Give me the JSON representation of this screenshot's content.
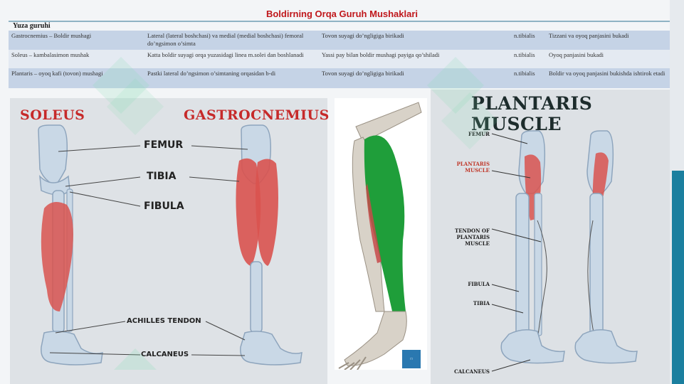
{
  "title": "Boldirning Orqa Guruh Mushaklari",
  "table": {
    "heading": "Yuza guruhi",
    "rows": [
      {
        "muscle": "Gastrocnemius – Boldir mushagi",
        "origin": "Lateral (lateral boshchasi) va medial (medial boshchasi) femoral do’ngsimon o’simta",
        "insertion": "Tovon suyagi do’ngligiga birikadi",
        "nerve": "n.tibialis",
        "function": "Tizzani va oyoq panjasini bukadi"
      },
      {
        "muscle": "Soleus – kambalasimon mushak",
        "origin": "Katta boldir suyagi orqa yuzasidagi linea m.solei dan boshlanadi",
        "insertion": "Yassi pay bilan boldir mushagi payiga qo’shiladi",
        "nerve": "n.tibialis",
        "function": "Oyoq panjasini bukadi"
      },
      {
        "muscle": "Plantaris – oyoq kafi (tovon) mushagi",
        "origin": "Pastki lateral do’ngsimon o’simtaning orqasidan b-di",
        "insertion": "Tovon suyagi do’ngligiga birikadi",
        "nerve": "n.tibialis",
        "function": "Boldir va oyoq panjasini bukishda ishtirok etadi"
      }
    ]
  },
  "left_figure": {
    "soleus": "SOLEUS",
    "gastrocnemius": "GASTROCNEMIUS",
    "femur": "FEMUR",
    "tibia": "TIBIA",
    "fibula": "FIBULA",
    "achilles": "ACHILLES TENDON",
    "calcaneus": "CALCANEUS"
  },
  "right_figure": {
    "title": "PLANTARIS MUSCLE",
    "femur": "FEMUR",
    "plantaris_l1": "PLANTARIS",
    "plantaris_l2": "MUSCLE",
    "tendon_l1": "TENDON OF",
    "tendon_l2": "PLANTARIS",
    "tendon_l3": "MUSCLE",
    "fibula": "FIBULA",
    "tibia": "TIBIA",
    "calcaneus": "CALCANEUS"
  },
  "colors": {
    "title": "#c0171b",
    "muscle_red": "#d9534f",
    "muscle_green": "#1f9e3a",
    "bone": "#c8d8e8",
    "accent_blue": "#1b7f9f"
  },
  "icons": [
    "watermark-logo-icon",
    "kenhub-logo-icon"
  ]
}
